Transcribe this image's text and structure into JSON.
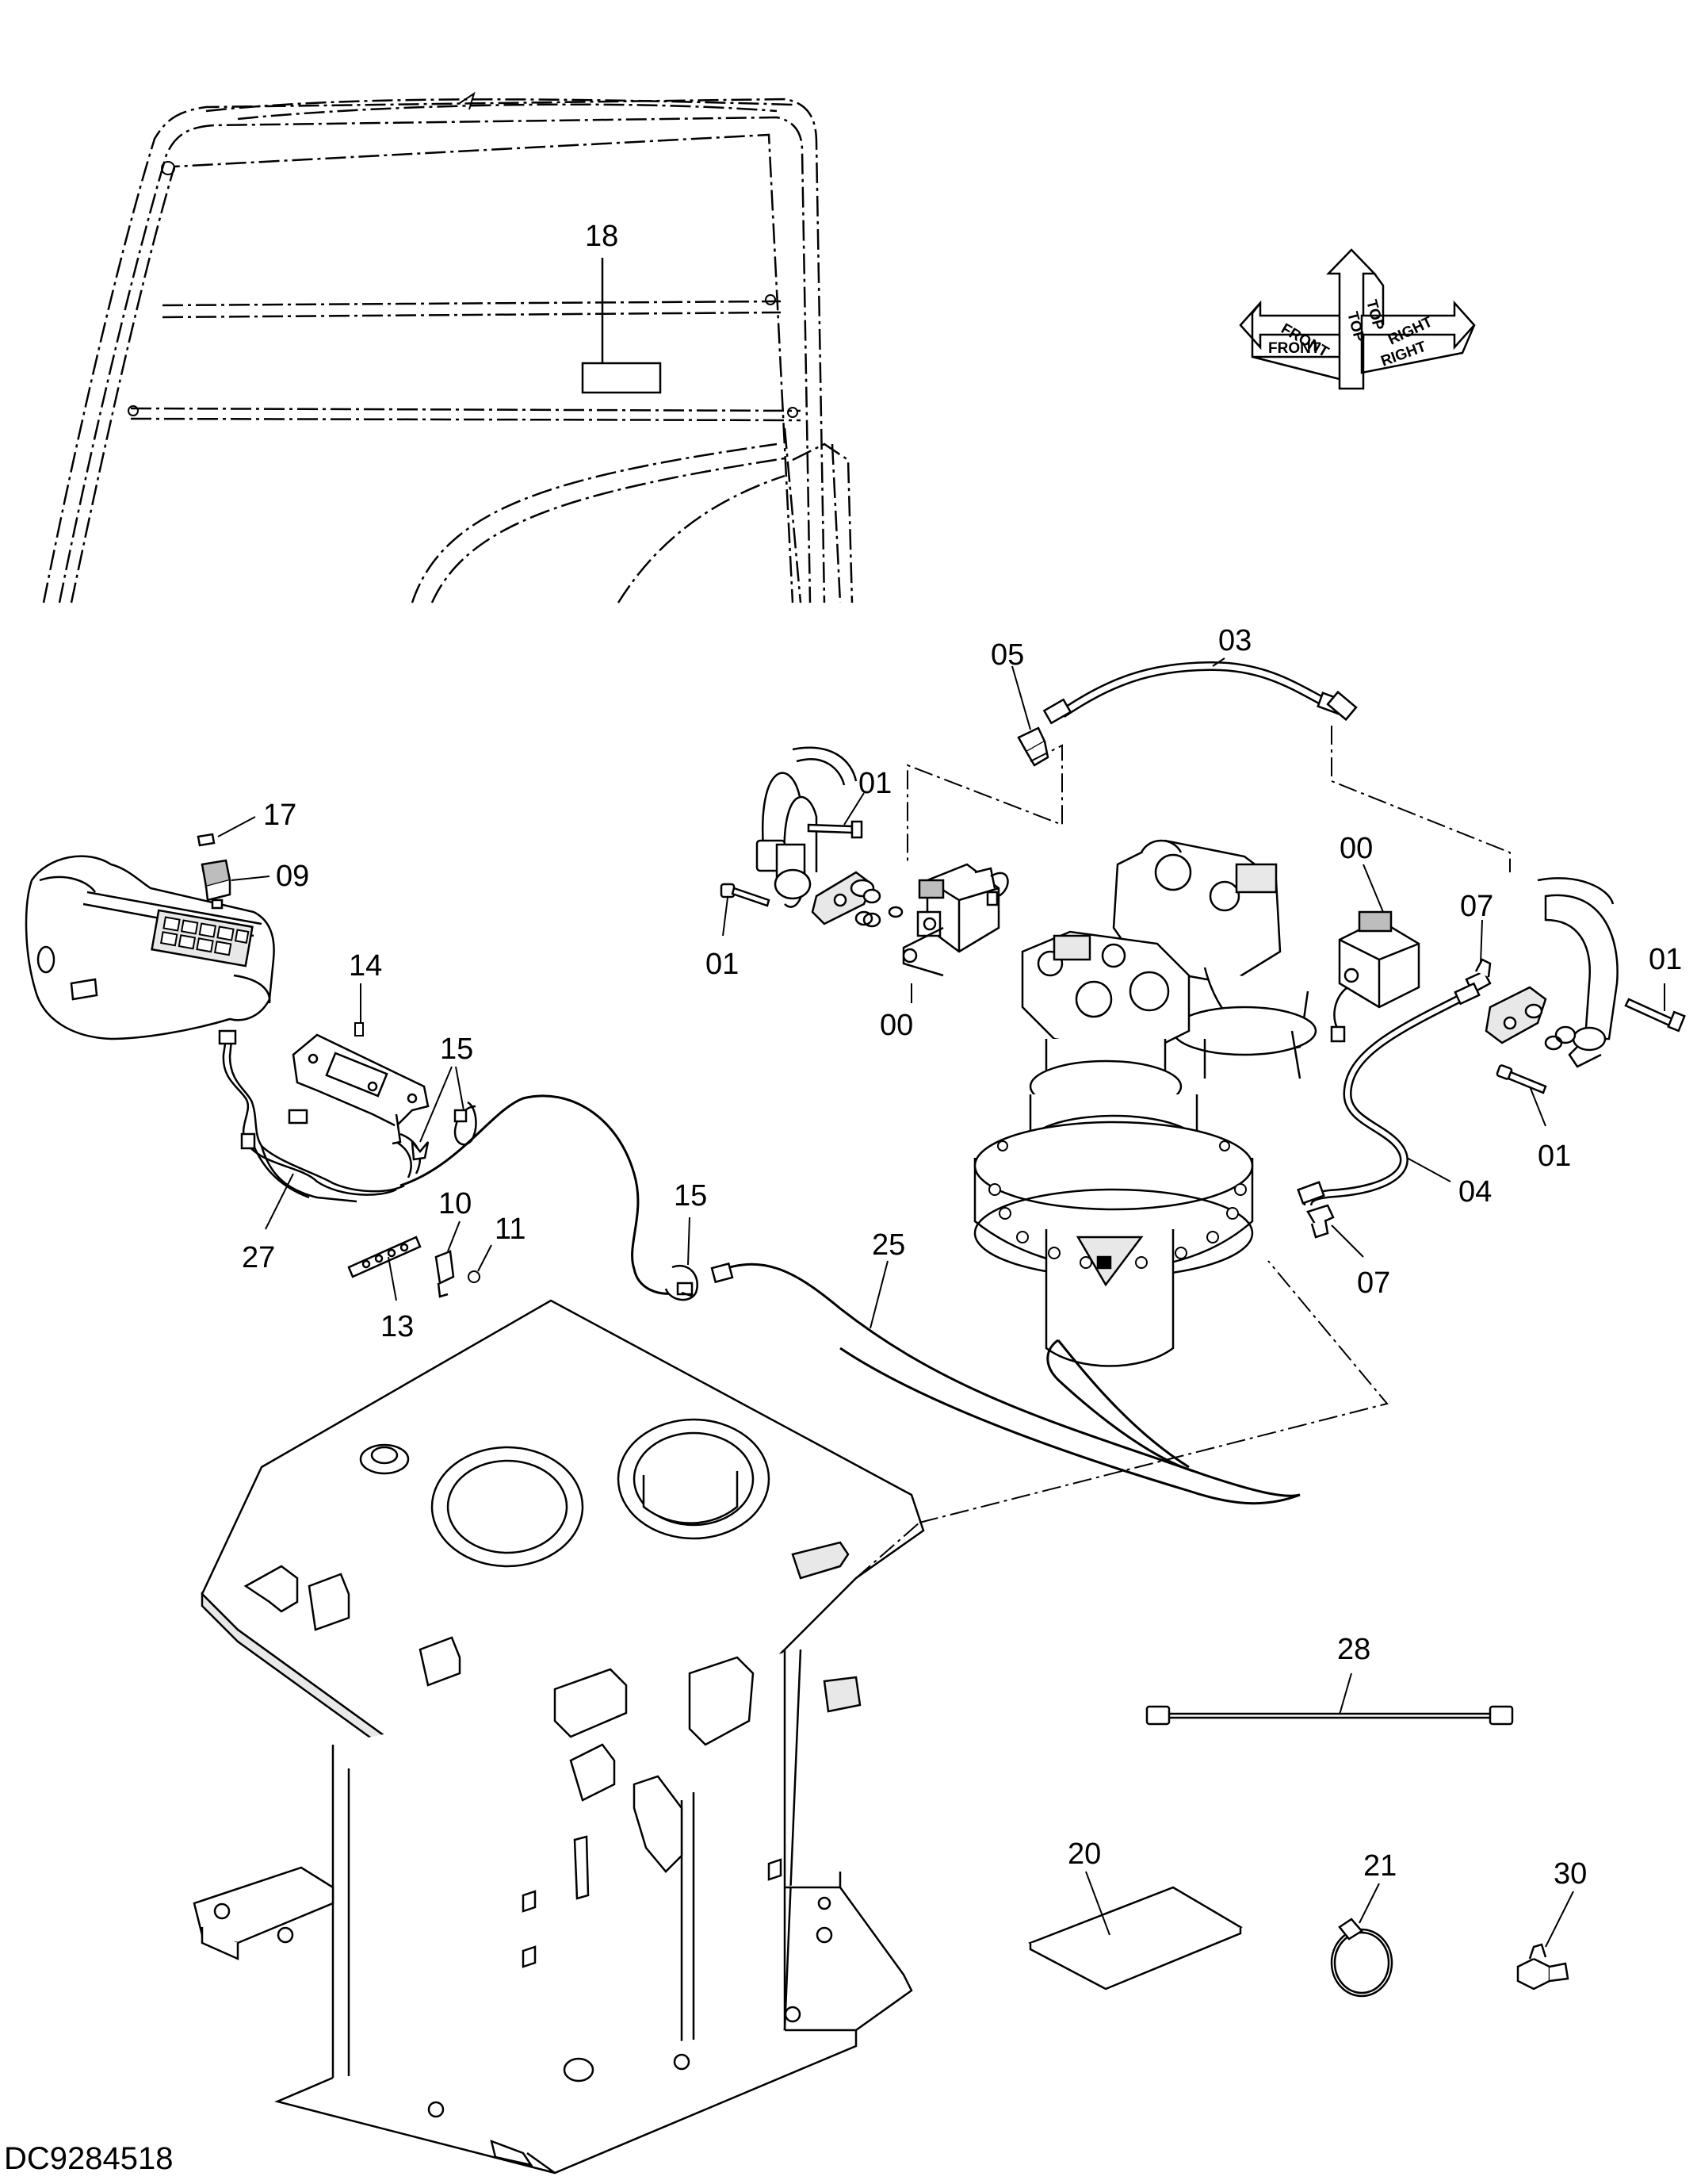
{
  "drawing_number": "DC9284518",
  "orientation_symbol": {
    "front_labels": [
      "FRONT",
      "FRONT"
    ],
    "top_labels": [
      "TOP",
      "TOP"
    ],
    "right_labels": [
      "RIGHT",
      "RIGHT"
    ]
  },
  "callouts": {
    "c18": "18",
    "c05": "05",
    "c03": "03",
    "c01a": "01",
    "c01b": "01",
    "c01c": "01",
    "c01d": "01",
    "c00a": "00",
    "c00b": "00",
    "c07a": "07",
    "c07b": "07",
    "c04": "04",
    "c17": "17",
    "c09": "09",
    "c14": "14",
    "c15a": "15",
    "c15b": "15",
    "c10": "10",
    "c11": "11",
    "c27": "27",
    "c13": "13",
    "c25": "25",
    "c28": "28",
    "c20": "20",
    "c21": "21",
    "c30": "30"
  },
  "colors": {
    "line": "#000000",
    "background": "#ffffff",
    "fill_light": "#e8e8e8",
    "fill_mid": "#bdbdbd"
  }
}
